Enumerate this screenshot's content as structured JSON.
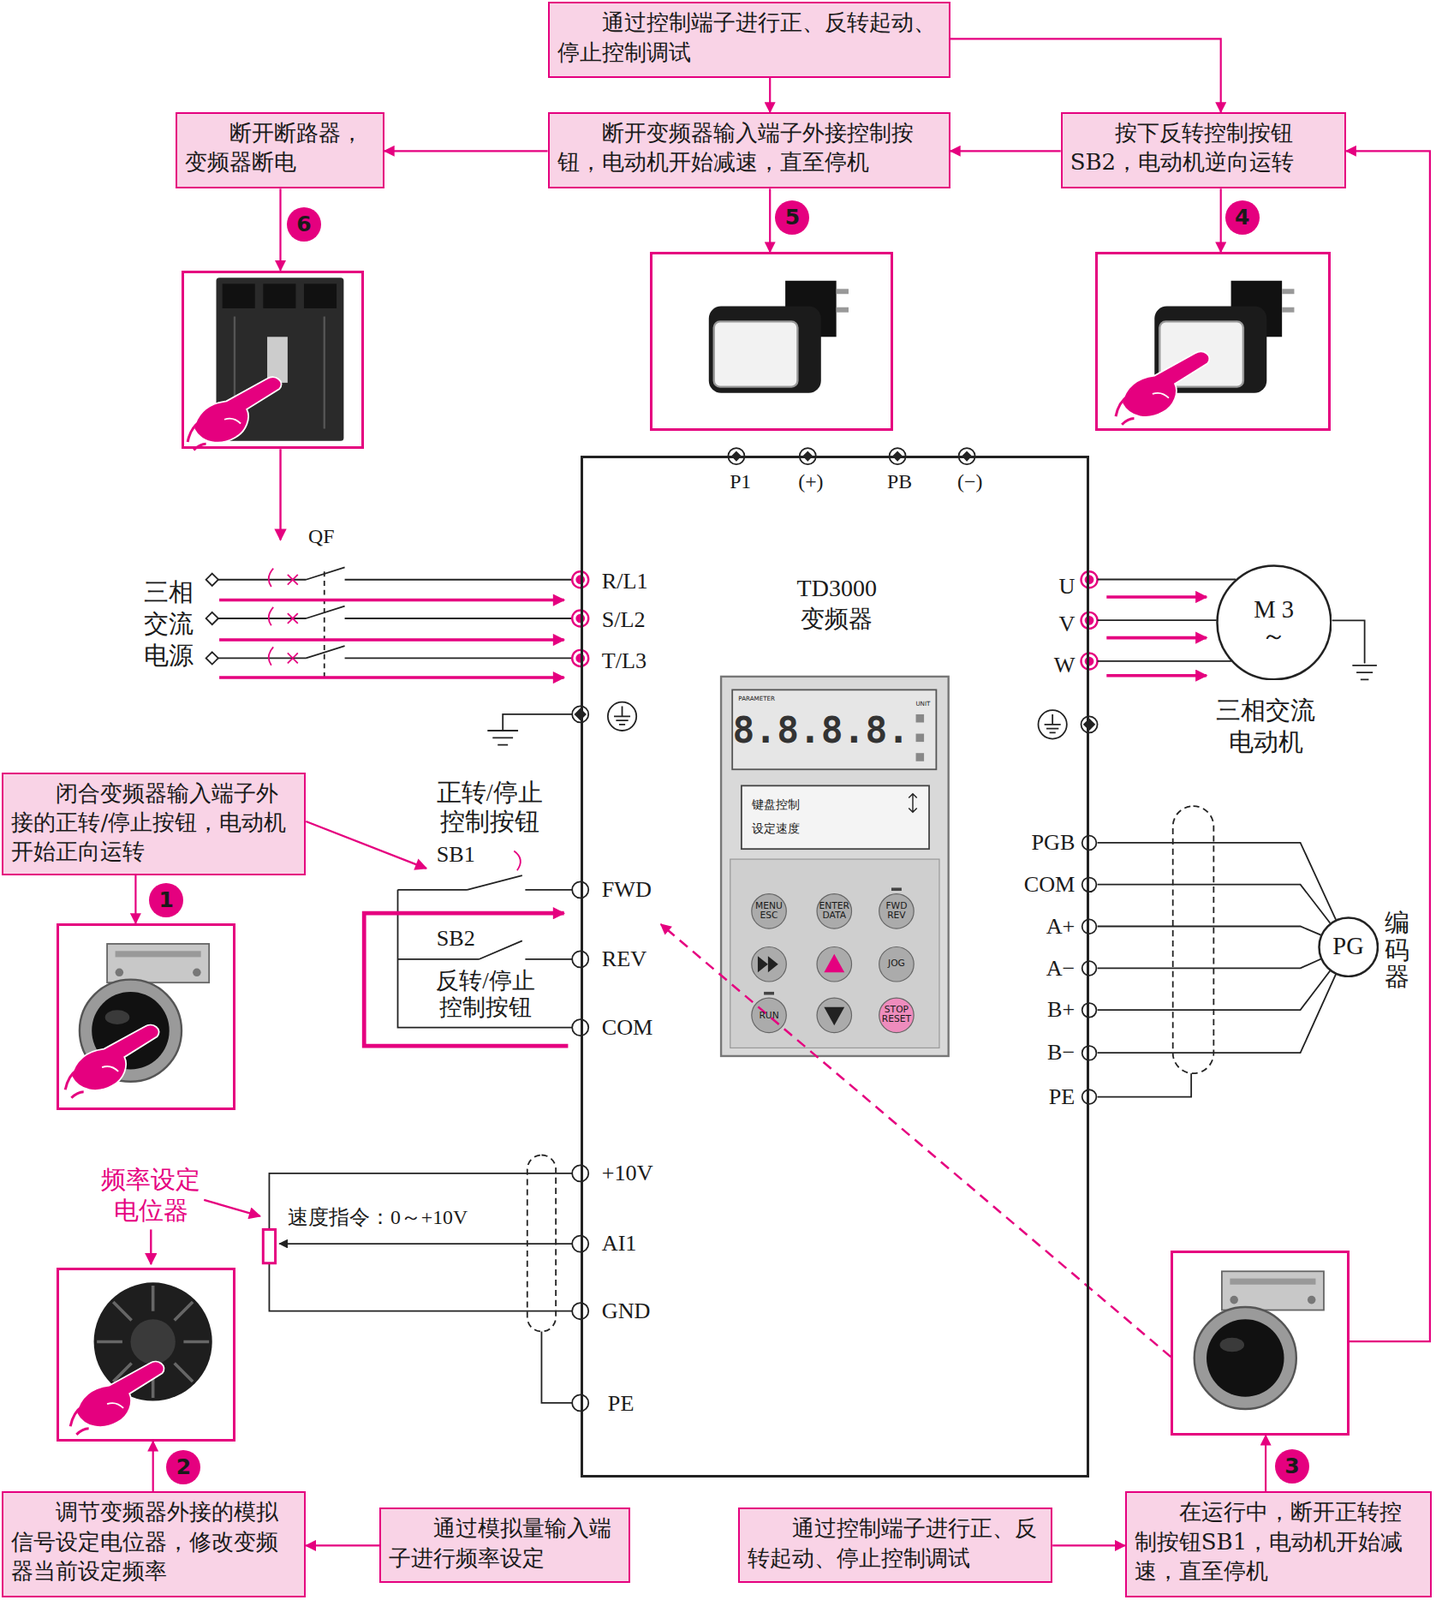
{
  "diagram": {
    "nodes": [
      {
        "text": [
          "通过控制端子进行正、反转起动、停止控制调试"
        ]
      },
      {
        "text": [
          "断开断路器，变频器断电"
        ]
      },
      {
        "text": [
          "断开变频器输入端子外接控制按钮，电动机开始减速，直至停机"
        ]
      },
      {
        "text": [
          "按下反转控制按钮SB2，电动机逆向运转"
        ]
      },
      {
        "text": [
          "6"
        ]
      },
      {
        "text": [
          "5"
        ]
      },
      {
        "text": [
          "4"
        ]
      },
      {
        "text": [
          "TD3000 变频器"
        ]
      },
      {
        "text": [
          "M 3～",
          "三相交流电动机"
        ]
      },
      {
        "text": [
          "PG",
          "编码器"
        ]
      },
      {
        "text": [
          "闭合变频器输入端子外接的正转/停止按钮，电动机开始正向运转"
        ]
      },
      {
        "text": [
          "1"
        ]
      },
      {
        "text": [
          "2"
        ]
      },
      {
        "text": [
          "3"
        ]
      },
      {
        "text": [
          "调节变频器外接的模拟信号设定电位器，修改变频器当前设定频率"
        ]
      },
      {
        "text": [
          "通过模拟量输入端子进行频率设定"
        ]
      },
      {
        "text": [
          "通过控制端子进行正、反转起动、停止控制调试"
        ]
      },
      {
        "text": [
          "在运行中，断开正转控制按钮SB1，电动机开始减速，直至停机"
        ]
      }
    ],
    "edges": [
      {
        "from": 0,
        "to": 2,
        "arrow": "to"
      },
      {
        "from": 0,
        "to": 3,
        "arrow": "to"
      },
      {
        "from": 3,
        "to": 2,
        "arrow": "to"
      },
      {
        "from": 2,
        "to": 1,
        "arrow": "to"
      },
      {
        "from": 1,
        "to": 4,
        "arrow": "to"
      },
      {
        "from": 2,
        "to": 5,
        "arrow": "to"
      },
      {
        "from": 3,
        "to": 6,
        "arrow": "to"
      },
      {
        "from": 10,
        "to": 11,
        "arrow": "to"
      },
      {
        "from": 15,
        "to": 14,
        "arrow": "to"
      },
      {
        "from": 14,
        "to": 12,
        "arrow": "to"
      },
      {
        "from": 16,
        "to": 17,
        "arrow": "to"
      },
      {
        "from": 17,
        "to": 13,
        "arrow": "to"
      },
      {
        "from": 13,
        "to": 3,
        "arrow": "to"
      },
      {
        "from": 13,
        "to": 7,
        "arrow": "to"
      },
      {
        "from": 7,
        "to": 8,
        "arrow": "none"
      },
      {
        "from": 7,
        "to": 8,
        "arrow": "none"
      },
      {
        "from": 7,
        "to": 8,
        "arrow": "none"
      },
      {
        "from": 7,
        "to": 9,
        "arrow": "none"
      },
      {
        "from": 7,
        "to": 9,
        "arrow": "none"
      },
      {
        "from": 7,
        "to": 9,
        "arrow": "none"
      },
      {
        "from": 7,
        "to": 9,
        "arrow": "none"
      },
      {
        "from": 7,
        "to": 9,
        "arrow": "none"
      },
      {
        "from": 7,
        "to": 9,
        "arrow": "none"
      }
    ],
    "labels": [
      "QF",
      "三相交流电源",
      "P1",
      "(+)",
      "PB",
      "(−)",
      "R/L1",
      "S/L2",
      "T/L3",
      "U",
      "V",
      "W",
      "正转/停止控制按钮",
      "SB1",
      "FWD",
      "SB2",
      "REV",
      "反转/停止控制按钮",
      "COM",
      "频率设定电位器",
      "速度指令：0～+10V",
      "+10V",
      "AI1",
      "GND",
      "PE",
      "PGB",
      "COM",
      "A+",
      "A−",
      "B+",
      "B−",
      "PE",
      "PARAMETER",
      "UNIT",
      "8.8.8.8.",
      "键盘控制",
      "设定速度",
      "MENU ESC",
      "ENTER DATA",
      "FWD REV",
      "JOG",
      "RUN",
      "STOP RESET"
    ]
  }
}
